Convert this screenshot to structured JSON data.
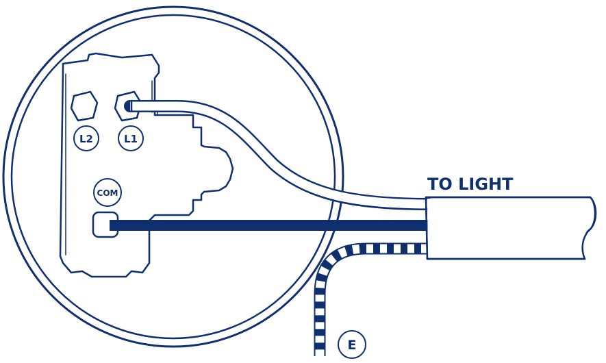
{
  "colors": {
    "wire": "#0f2f6e",
    "background": "#ffffff"
  },
  "terminals": {
    "l2": "L2",
    "l1": "L1",
    "com": "COM"
  },
  "cable_label": "TO LIGHT",
  "earth_label": "E"
}
